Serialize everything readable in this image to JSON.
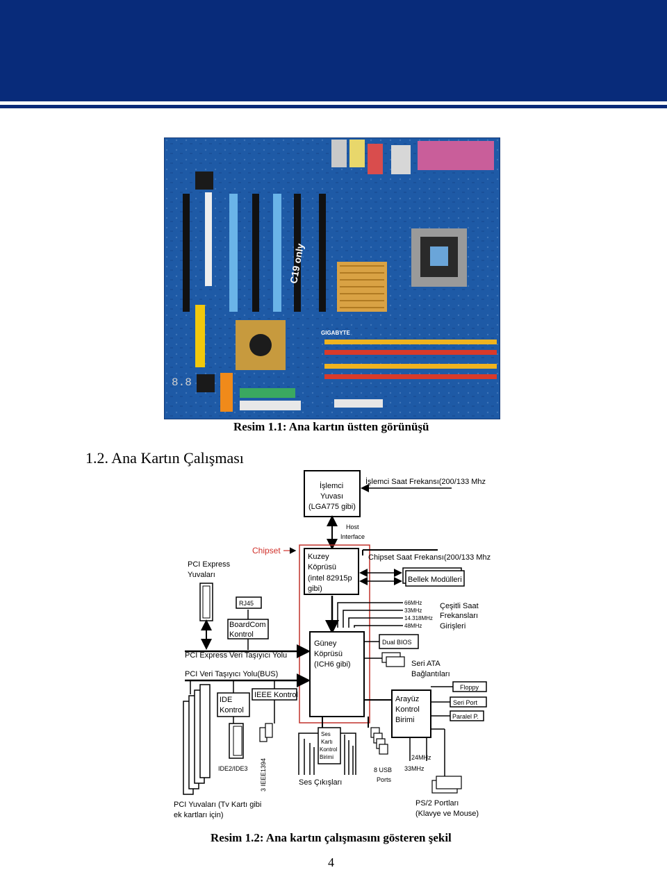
{
  "header": {
    "banner_color": "#082b7a"
  },
  "figure1": {
    "caption": "Resim 1.1: Ana kartın üstten görünüşü",
    "brand_label": "GIGABYTE",
    "chip_label": "C19 only"
  },
  "section": {
    "title": "1.2. Ana Kartın Çalışması"
  },
  "diagram": {
    "cpu_socket": [
      "İşlemci",
      "Yuvası",
      "(LGA775 gibi)"
    ],
    "cpu_clock": "İşlemci Saat Frekansı(200/133 Mhz",
    "host_interface": [
      "Host",
      "Interface"
    ],
    "chipset": "Chipset",
    "northbridge": [
      "Kuzey",
      "Köprüsü",
      "(intel 82915p",
      "gibi)"
    ],
    "chipset_clock": "Chipset Saat Frekansı(200/133 Mhz",
    "memory_modules": "Bellek Modülleri",
    "pcie_slots": [
      "PCI Express",
      "Yuvaları"
    ],
    "rj45": "RJ45",
    "broadcom": [
      "BoardCom",
      "Kontrol"
    ],
    "freqs": [
      "66MHz",
      "33MHz",
      "14.318MHz",
      "48MHz"
    ],
    "clock_inputs": [
      "Çeşitli Saat",
      "Frekansları",
      "Girişleri"
    ],
    "pcie_bus": "PCI Express Veri Taşıyıcı Yolu",
    "southbridge": [
      "Güney",
      "Köprüsü",
      "(ICH6 gibi)"
    ],
    "dual_bios": "Dual BIOS",
    "sata": [
      "Seri ATA",
      "Bağlantıları"
    ],
    "pci_bus": "PCI Veri Taşıyıcı Yolu(BUS)",
    "ide_ctrl": [
      "IDE",
      "Kontrol"
    ],
    "ieee_ctrl": "IEEE Kontrol",
    "io_unit": [
      "Arayüz",
      "Kontrol",
      "Birimi"
    ],
    "floppy": "Floppy",
    "serial_port": "Seri Port",
    "parallel_port": "Paralel P.",
    "sound_unit": [
      "Ses",
      "Kartı",
      "Kontrol",
      "Birimi"
    ],
    "ide_ports": "IDE2/IDE3",
    "ieee_ports": "3 IEEE1394",
    "usb": [
      "8 USB",
      "Ports"
    ],
    "io_clocks": [
      "24MHz",
      "33MHz"
    ],
    "sound_out": "Ses Çıkışları",
    "ps2": [
      "PS/2 Portları",
      "(Klavye ve Mouse)"
    ],
    "pci_slots": [
      "PCI Yuvaları (Tv Kartı gibi",
      "ek kartları için)"
    ]
  },
  "figure2": {
    "caption": "Resim 1.2: Ana kartın çalışmasını gösteren şekil"
  },
  "page": {
    "number": "4"
  }
}
